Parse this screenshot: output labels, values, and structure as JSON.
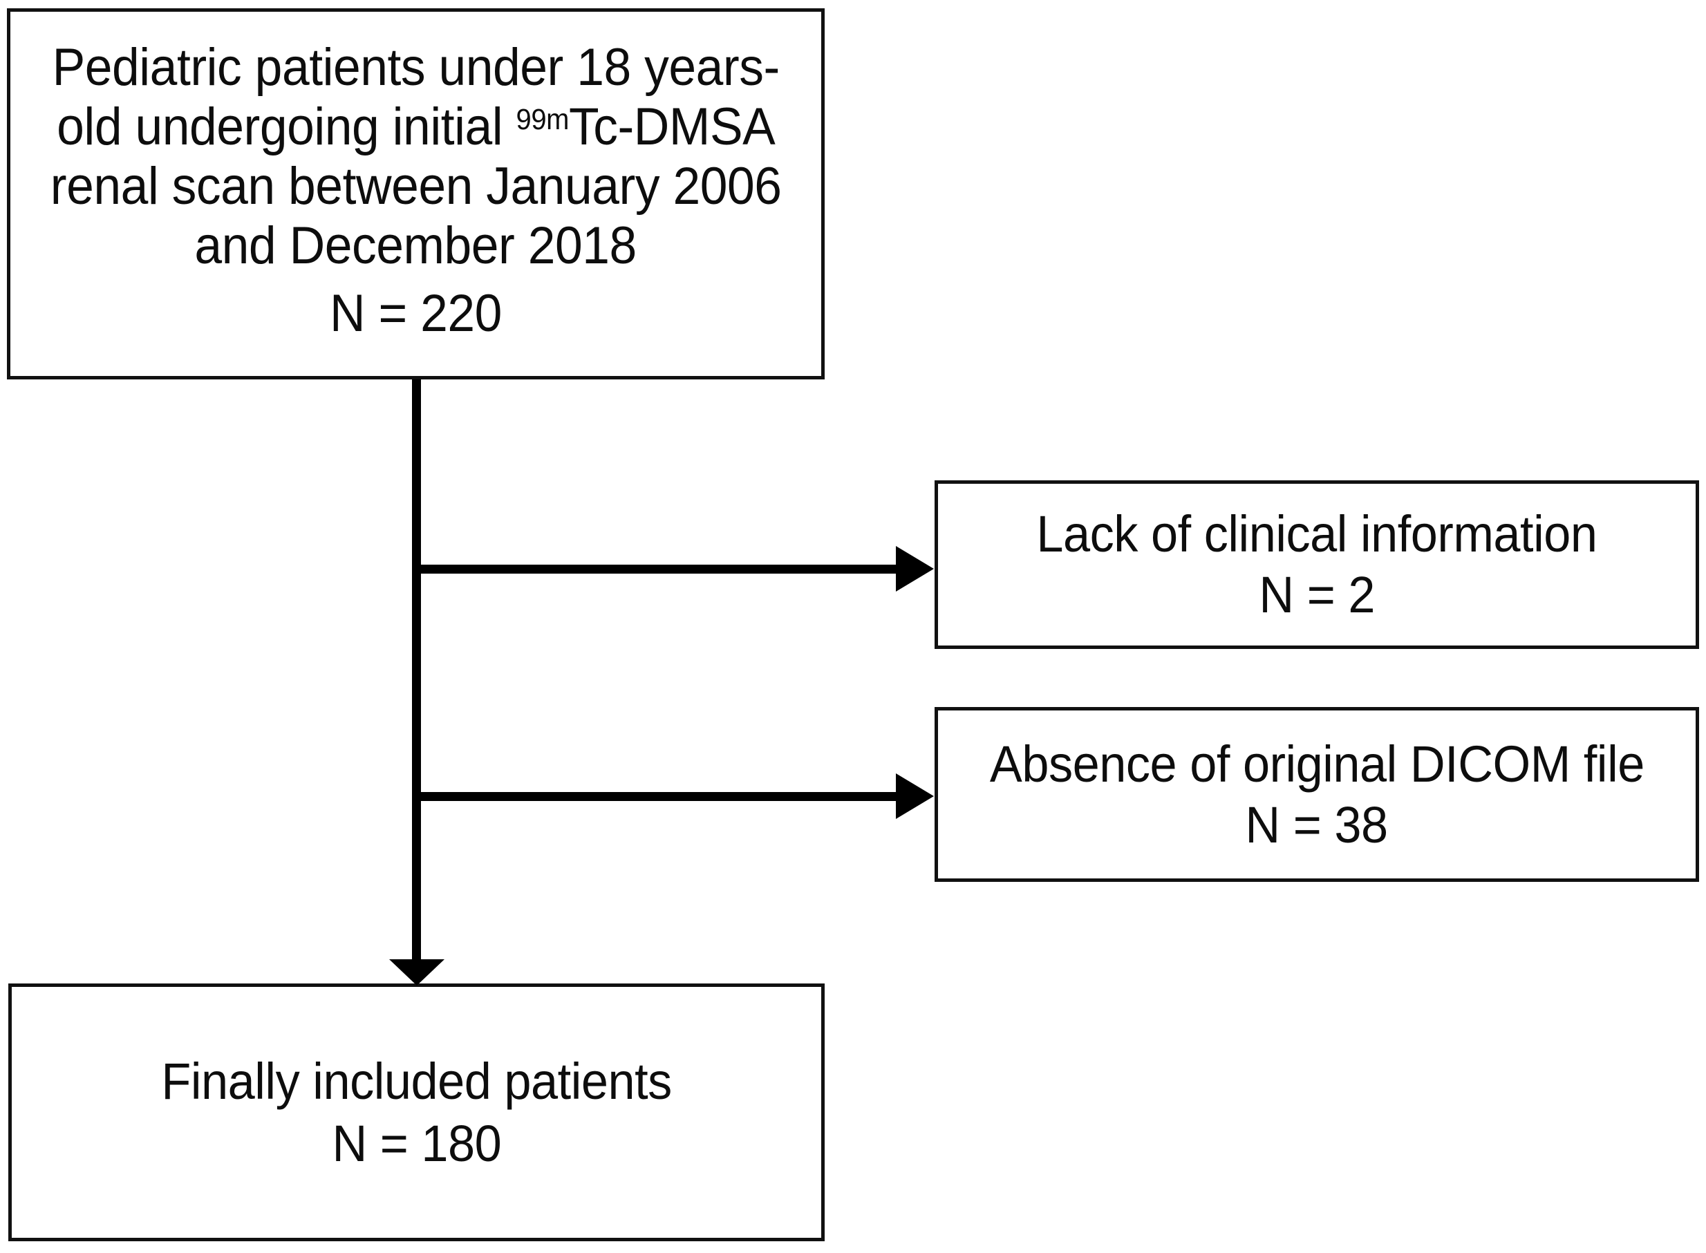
{
  "figure": {
    "type": "flowchart",
    "orientation": "top-to-bottom with right-side exclusion branches",
    "background_color": "#ffffff",
    "line_color": "#000000",
    "text_color": "#0d0d0d"
  },
  "boxes": {
    "source": {
      "name": "source-population-box",
      "lines": [
        "Pediatric patients under 18 years-",
        "old undergoing initial ",
        "renal scan between January 2006",
        "and December 2018"
      ],
      "isotope_superscript": "99m",
      "isotope_base": "Tc-DMSA",
      "count_label": "N = 220",
      "count_value": 220
    },
    "exclusion_1": {
      "name": "exclusion-lack-of-clinical-information-box",
      "reason": "Lack of clinical information",
      "count_label": "N = 2",
      "count_value": 2
    },
    "exclusion_2": {
      "name": "exclusion-absence-of-dicom-box",
      "reason": "Absence of original DICOM file",
      "count_label": "N = 38",
      "count_value": 38
    },
    "final": {
      "name": "final-cohort-box",
      "title": "Finally included patients",
      "count_label": "N = 180",
      "count_value": 180
    }
  },
  "connectors": [
    {
      "name": "trunk-arrow",
      "from": "source-population-box",
      "to": "final-cohort-box",
      "direction": "down"
    },
    {
      "name": "branch-arrow-1",
      "from": "trunk",
      "to": "exclusion-lack-of-clinical-information-box",
      "direction": "right"
    },
    {
      "name": "branch-arrow-2",
      "from": "trunk",
      "to": "exclusion-absence-of-dicom-box",
      "direction": "right"
    }
  ]
}
